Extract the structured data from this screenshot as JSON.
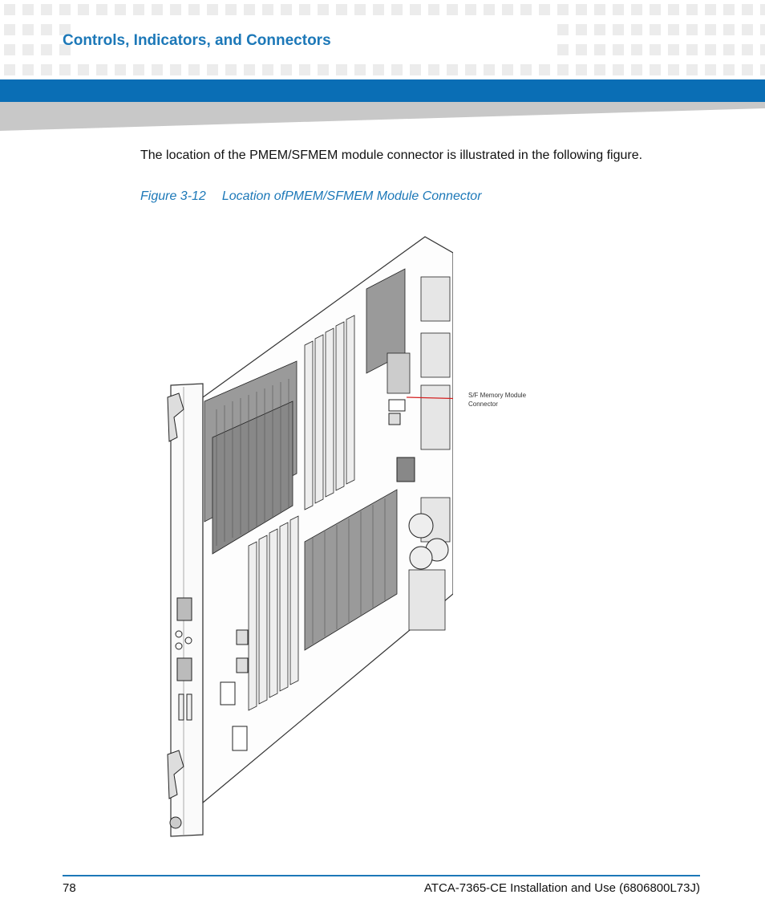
{
  "header": {
    "section_title": "Controls, Indicators, and Connectors"
  },
  "body": {
    "paragraph": "The location of the PMEM/SFMEM module connector is illustrated in the following figure."
  },
  "figure": {
    "number": "Figure 3-12",
    "caption": "Location ofPMEM/SFMEM Module Connector",
    "callout_line1": "S/F Memory Module",
    "callout_line2": "Connector",
    "callout_color": "#d42020"
  },
  "footer": {
    "page_number": "78",
    "document_title": "ATCA-7365-CE Installation and Use (6806800L73J)"
  },
  "colors": {
    "accent_blue": "#0a6eb5",
    "title_blue": "#1c78b8"
  }
}
